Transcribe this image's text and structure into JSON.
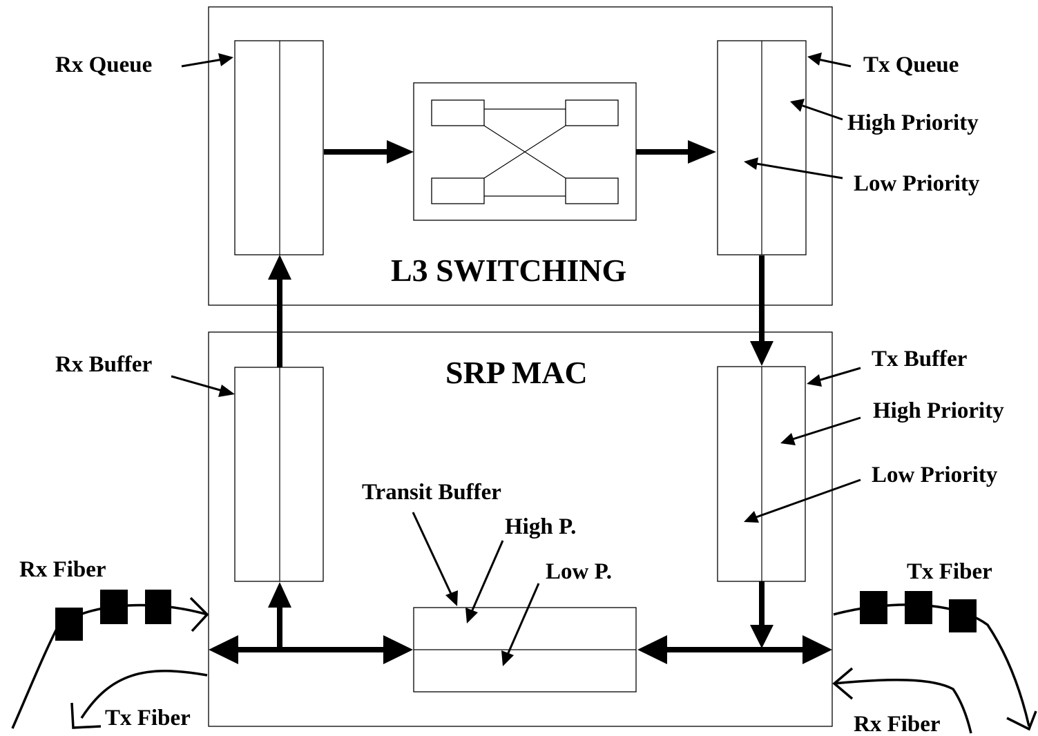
{
  "sections": {
    "l3_title": "L3 SWITCHING",
    "mac_title": "SRP MAC"
  },
  "labels": {
    "rx_queue": "Rx Queue",
    "tx_queue": "Tx Queue",
    "tx_queue_high": "High Priority",
    "tx_queue_low": "Low Priority",
    "rx_buffer": "Rx Buffer",
    "tx_buffer": "Tx Buffer",
    "tx_buffer_high": "High Priority",
    "tx_buffer_low": "Low Priority",
    "transit_buffer": "Transit Buffer",
    "transit_high": "High P.",
    "transit_low": "Low P.",
    "rx_fiber_left": "Rx Fiber",
    "tx_fiber_left": "Tx Fiber",
    "tx_fiber_right": "Tx Fiber",
    "rx_fiber_right": "Rx Fiber"
  }
}
